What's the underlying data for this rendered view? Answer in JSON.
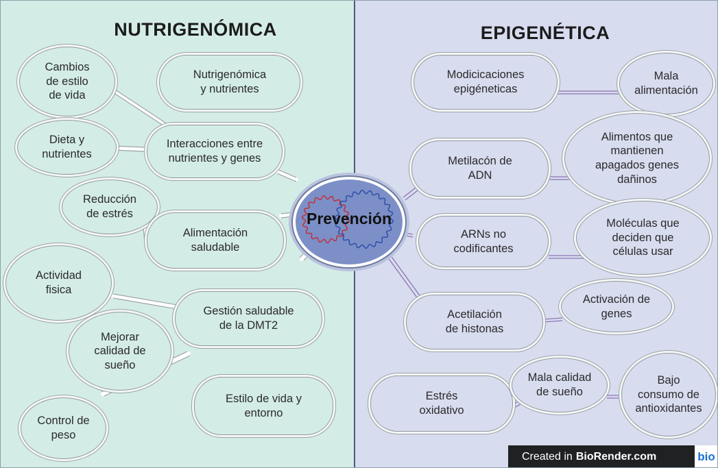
{
  "left_title": "NUTRIGENÓMICA",
  "right_title": "EPIGENÉTICA",
  "center_label": "Prevención",
  "colors": {
    "left_bg": "#d4ece6",
    "right_bg": "#d8dcef",
    "center": "#7c8fc7",
    "gear_red": "#c0303a",
    "gear_blue": "#2f4fa8"
  },
  "left_nodes": [
    {
      "id": "cambios",
      "text": "Cambios\nde estilo\nde vida"
    },
    {
      "id": "nutrigen",
      "text": "Nutrigenómica\ny nutrientes"
    },
    {
      "id": "dieta",
      "text": "Dieta y\nnutrientes"
    },
    {
      "id": "interacciones",
      "text": "Interacciones entre\nnutrientes y genes"
    },
    {
      "id": "reduccion",
      "text": "Reducción\nde estrés"
    },
    {
      "id": "alimentacion",
      "text": "Alimentación\nsaludable"
    },
    {
      "id": "actividad",
      "text": "Actividad\nfisica"
    },
    {
      "id": "gestion",
      "text": "Gestión saludable\nde la DMT2"
    },
    {
      "id": "sueno",
      "text": "Mejorar\ncalidad de\nsueño"
    },
    {
      "id": "estilo",
      "text": "Estilo de vida y\nentorno"
    },
    {
      "id": "peso",
      "text": "Control de\npeso"
    }
  ],
  "right_nodes": [
    {
      "id": "modif",
      "text": "Modicicaciones\nepigéneticas"
    },
    {
      "id": "mala_alim",
      "text": "Mala\nalimentación"
    },
    {
      "id": "metil",
      "text": "Metilacón de\nADN"
    },
    {
      "id": "alimentos",
      "text": "Alimentos que\nmantienen\napagados genes\ndañinos"
    },
    {
      "id": "arns",
      "text": "ARNs no\ncodificantes"
    },
    {
      "id": "moleculas",
      "text": "Moléculas que\ndeciden que\ncélulas usar"
    },
    {
      "id": "acetil",
      "text": "Acetilación\nde histonas"
    },
    {
      "id": "activacion",
      "text": "Activación de\ngenes"
    },
    {
      "id": "estres_ox",
      "text": "Estrés\noxidativo"
    },
    {
      "id": "mala_sueno",
      "text": "Mala calidad\nde sueño"
    },
    {
      "id": "bajo",
      "text": "Bajo\nconsumo de\nantioxidantes"
    }
  ],
  "watermark": {
    "prefix": "Created in",
    "brand": "BioRender.com",
    "tag": "bio"
  }
}
